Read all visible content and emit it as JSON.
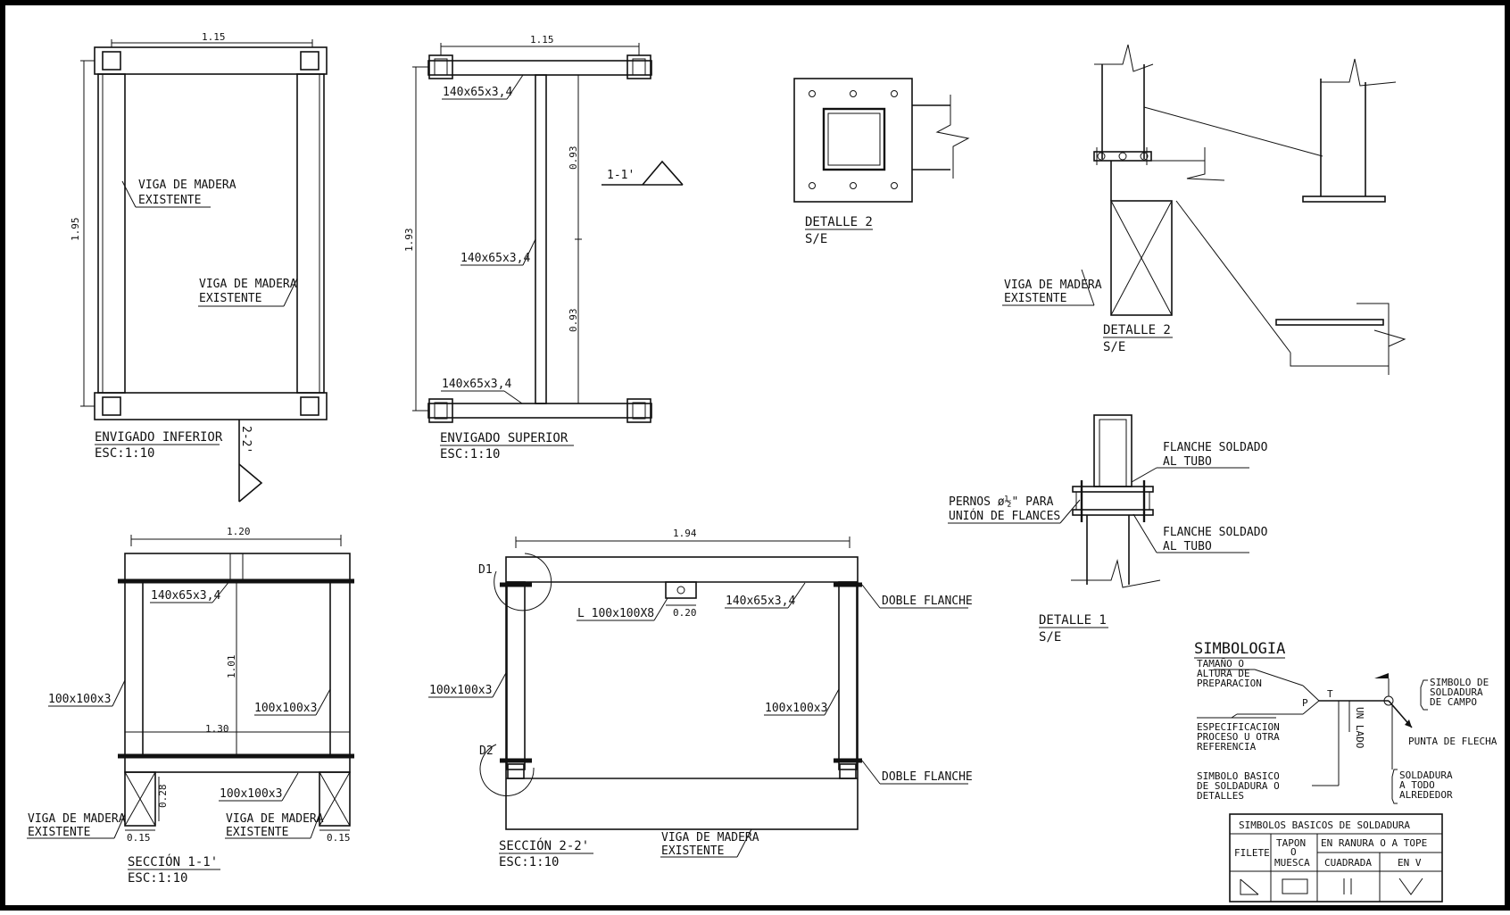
{
  "envigado_inferior": {
    "title": "ENVIGADO INFERIOR",
    "scale": "ESC:1:10",
    "dim_width": "1.15",
    "dim_height": "1.95",
    "label_left": [
      "VIGA DE MADERA",
      "EXISTENTE"
    ],
    "label_right": [
      "VIGA DE MADERA",
      "EXISTENTE"
    ],
    "cut_mark": "2-2'"
  },
  "envigado_superior": {
    "title": "ENVIGADO SUPERIOR",
    "scale": "ESC:1:10",
    "dim_width": "1.15",
    "dim_height": "1.93",
    "dim_upper": "0.93",
    "dim_lower": "0.93",
    "profile_top": "140x65x3,4",
    "profile_mid": "140x65x3,4",
    "profile_bottom": "140x65x3,4",
    "cut_mark": "1-1'"
  },
  "detalle_2_plan": {
    "title": "DETALLE 2",
    "scale": "S/E"
  },
  "detalle_2_elev": {
    "title": "DETALLE 2",
    "scale": "S/E",
    "label": [
      "VIGA DE MADERA",
      "EXISTENTE"
    ]
  },
  "detalle_1": {
    "title": "DETALLE 1",
    "scale": "S/E",
    "flange_top": [
      "FLANCHE SOLDADO",
      "AL TUBO"
    ],
    "flange_bottom": [
      "FLANCHE SOLDADO",
      "AL TUBO"
    ],
    "bolts": [
      "PERNOS ø½\" PARA",
      "UNIÓN DE FLANCES"
    ]
  },
  "seccion_1": {
    "title": "SECCIÓN 1-1'",
    "scale": "ESC:1:10",
    "dim_top": "1.20",
    "dim_inner": "1.30",
    "dim_height": "1.01",
    "dim_base": "0.28",
    "dim_left_w": "0.15",
    "dim_right_w": "0.15",
    "profile_top": "140x65x3,4",
    "post_left": "100x100x3",
    "post_right": "100x100x3",
    "beam_bottom": "100x100x3",
    "wood_left": [
      "VIGA DE MADERA",
      "EXISTENTE"
    ],
    "wood_right": [
      "VIGA DE MADERA",
      "EXISTENTE"
    ]
  },
  "seccion_2": {
    "title": "SECCIÓN 2-2'",
    "scale": "ESC:1:10",
    "dim_top": "1.94",
    "angle": "L 100x100X8",
    "angle_dim": "0.20",
    "profile_top": "140x65x3,4",
    "post_left": "100x100x3",
    "post_right": "100x100x3",
    "flange_top": "DOBLE FLANCHE",
    "flange_bottom": "DOBLE FLANCHE",
    "wood": [
      "VIGA DE MADERA",
      "EXISTENTE"
    ],
    "mark_d1": "D1",
    "mark_d2": "D2"
  },
  "simbologia": {
    "title": "SIMBOLOGIA",
    "size": [
      "TAMAÑO O",
      "ALTURA DE",
      "PREPARACION"
    ],
    "spec": [
      "ESPECIFICACION",
      "PROCESO U OTRA",
      "REFERENCIA"
    ],
    "basic": [
      "SIMBOLO BASICO",
      "DE SOLDADURA O",
      "DETALLES"
    ],
    "field": [
      "SIMBOLO DE",
      "SOLDADURA",
      "DE CAMPO"
    ],
    "arrow": "PUNTA DE FLECHA",
    "around": [
      "SOLDADURA",
      "A TODO",
      "ALREDEDOR"
    ],
    "side": "UN LADO",
    "letter_t": "T",
    "letter_p": "P"
  },
  "tabla": {
    "header": "SIMBOLOS BASICOS DE SOLDADURA",
    "col_filete": "FILETE",
    "col_tapon": [
      "TAPON",
      "O",
      "MUESCA"
    ],
    "col_ranura": "EN RANURA O A TOPE",
    "sub_cuadrada": "CUADRADA",
    "sub_en_v": "EN V"
  }
}
